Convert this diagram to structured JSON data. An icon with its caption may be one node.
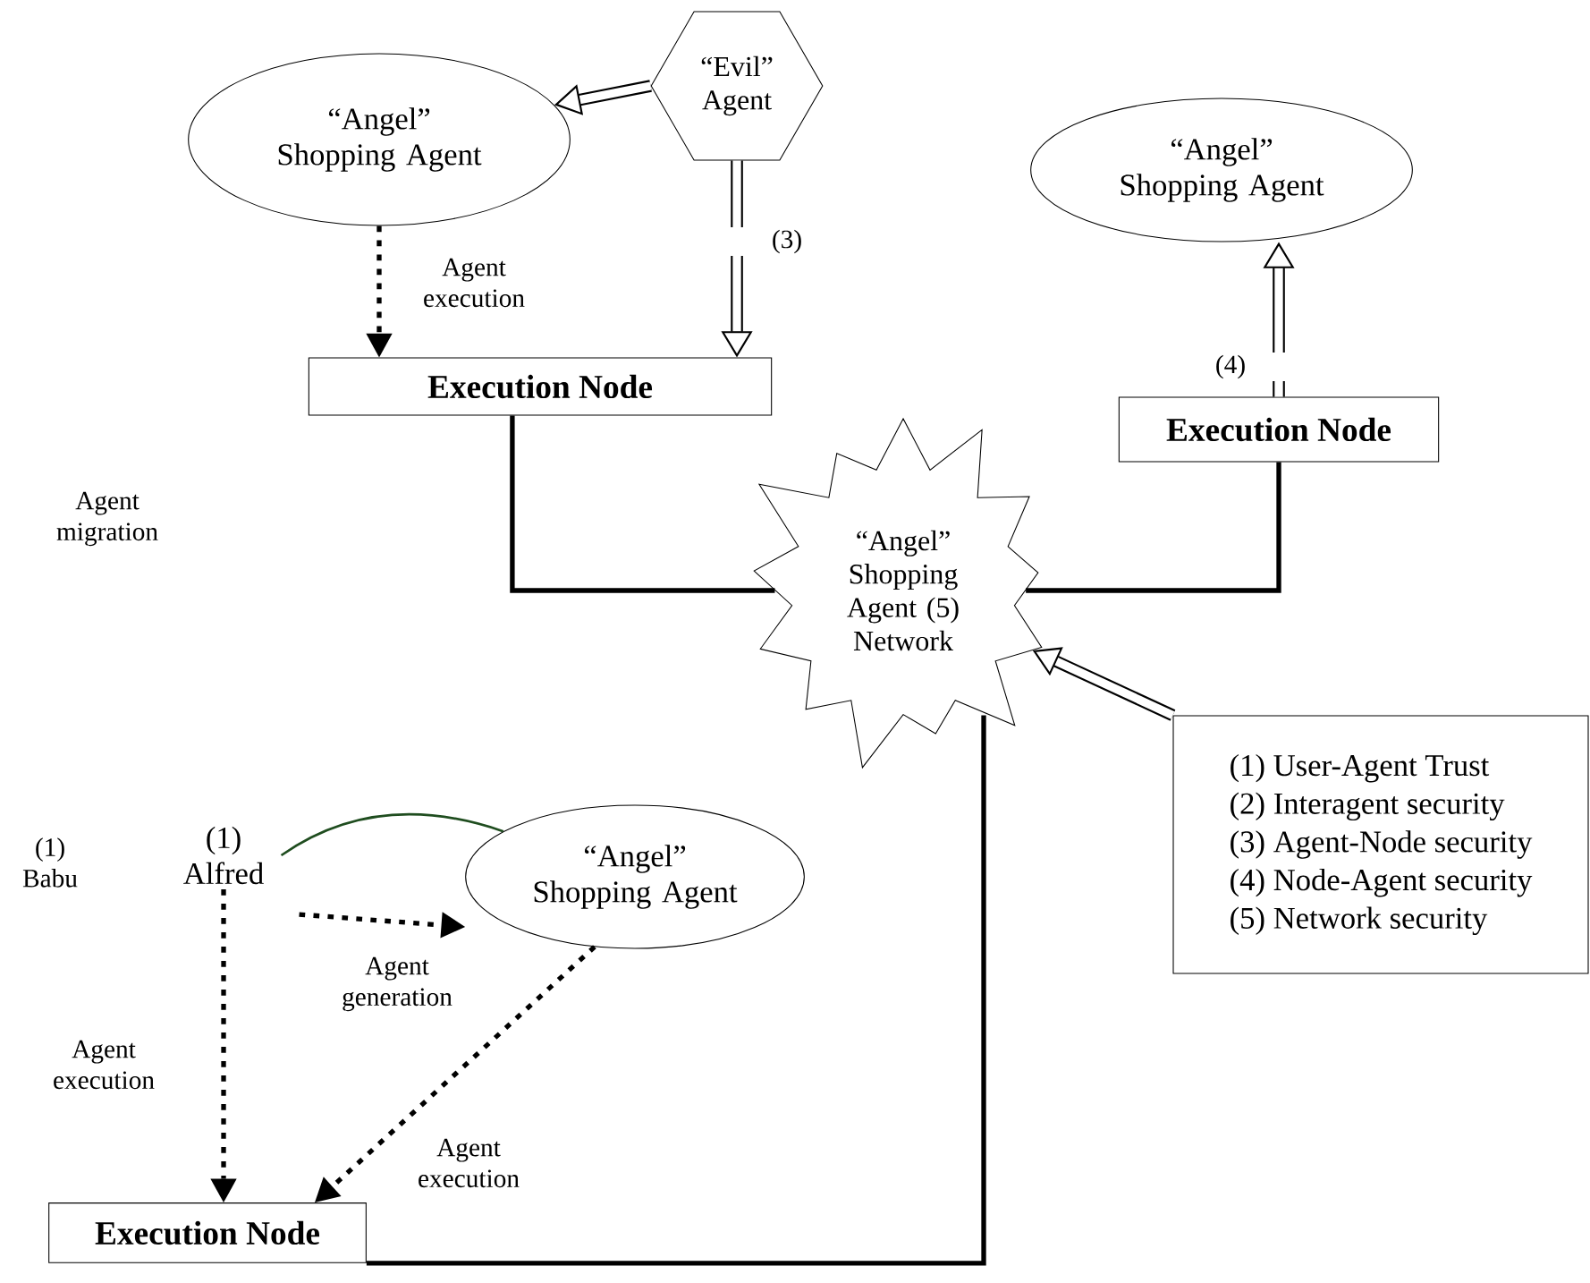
{
  "diagram": {
    "nodes": [
      {
        "text": [
          "“Angel” Shopping Agent"
        ]
      },
      {
        "text": [
          "“Evil” Agent"
        ]
      },
      {
        "text": [
          "Execution Node"
        ]
      },
      {
        "text": [
          "“Angel” Shopping Agent"
        ]
      },
      {
        "text": [
          "Execution Node"
        ]
      },
      {
        "text": [
          "“Angel” Shopping Agent (5) Network"
        ]
      },
      {
        "text": [
          "(1) Alfred"
        ]
      },
      {
        "text": [
          "“Angel” Shopping Agent"
        ]
      },
      {
        "text": [
          "Execution Node"
        ]
      },
      {
        "text": [
          "(1) User-Agent Trust",
          "(2) Interagent security",
          "(3) Agent-Node security",
          "(4) Node-Agent security",
          "(5) Network security"
        ]
      }
    ],
    "edges": [
      {
        "from": 1,
        "to": 0,
        "arrow": "to",
        "style": "thick"
      },
      {
        "from": 1,
        "to": 2,
        "arrow": "to",
        "style": "thick",
        "label": "(3)"
      },
      {
        "from": 0,
        "to": 2,
        "arrow": "to",
        "style": "dashed",
        "label": "Agent execution"
      },
      {
        "from": 4,
        "to": 3,
        "arrow": "to",
        "style": "thick",
        "label": "(4)"
      },
      {
        "from": 2,
        "to": 5,
        "arrow": "none"
      },
      {
        "from": 4,
        "to": 5,
        "arrow": "none"
      },
      {
        "from": 8,
        "to": 5,
        "arrow": "none"
      },
      {
        "from": 9,
        "to": 5,
        "arrow": "to",
        "style": "thick"
      },
      {
        "from": 6,
        "to": 7,
        "arrow": "none",
        "color": "#1f4d1f"
      },
      {
        "from": 6,
        "to": 7,
        "arrow": "to",
        "style": "dashed",
        "label": "Agent generation"
      },
      {
        "from": 6,
        "to": 8,
        "arrow": "to",
        "style": "dashed",
        "label": "Agent execution"
      },
      {
        "from": 7,
        "to": 8,
        "arrow": "to",
        "style": "dashed",
        "label": "Agent execution"
      }
    ],
    "labels": [
      "Agent migration",
      "(1) Babu"
    ]
  }
}
